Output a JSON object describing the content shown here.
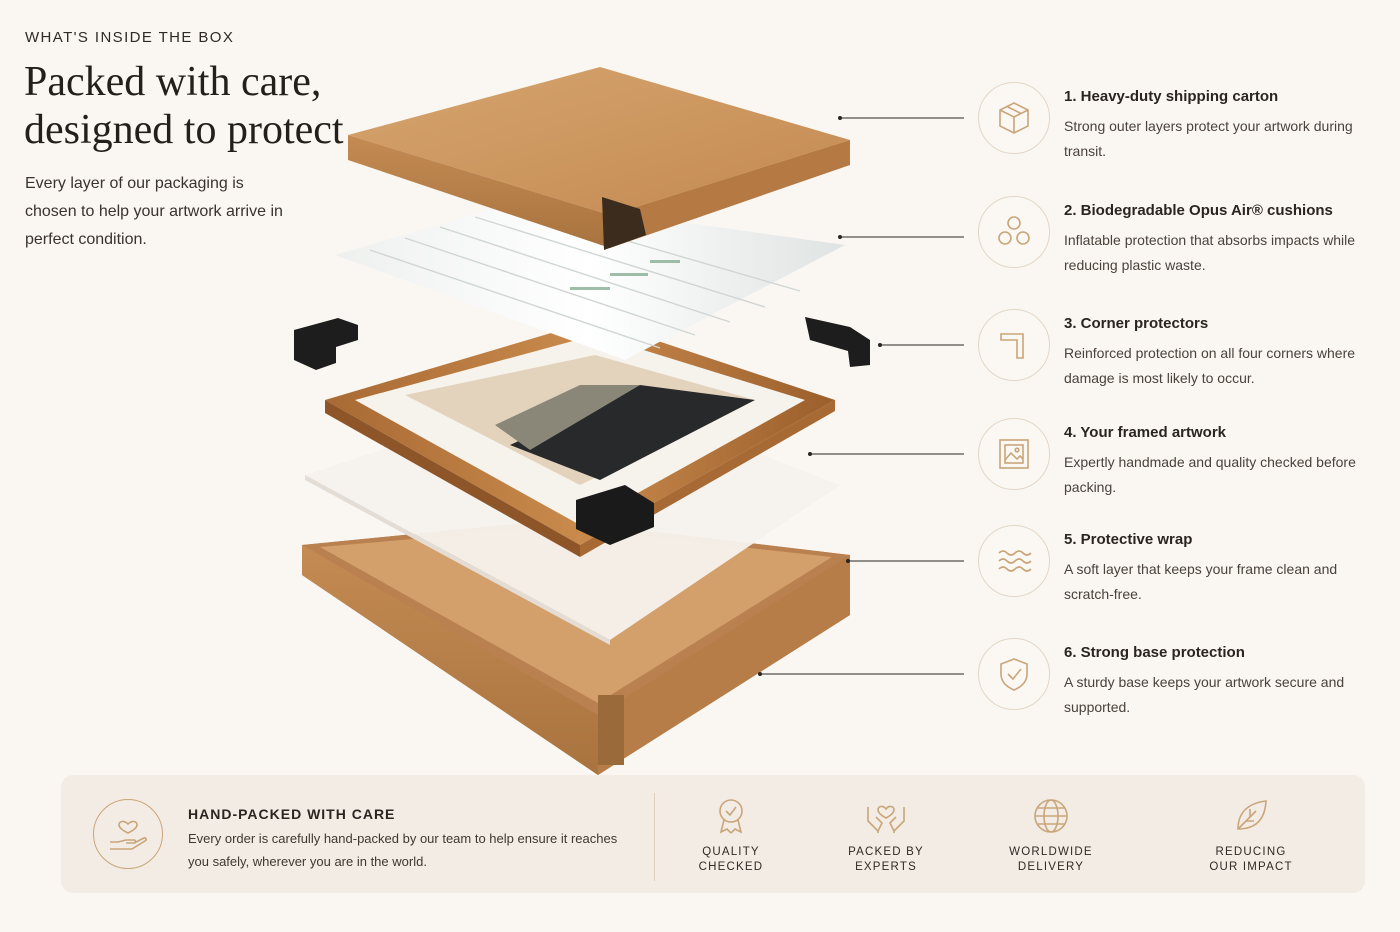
{
  "hero": {
    "eyebrow": "WHAT'S INSIDE THE BOX",
    "headline_line1": "Packed with care,",
    "headline_line2": "designed to protect",
    "intro": "Every layer of our packaging is chosen to help your artwork arrive in perfect condition."
  },
  "features": [
    {
      "icon": "box-icon",
      "title": "1. Heavy-duty shipping carton",
      "desc": "Strong outer layers protect your artwork during transit."
    },
    {
      "icon": "cushions-icon",
      "title": "2. Biodegradable Opus Air® cushions",
      "desc": "Inflatable protection that absorbs impacts while reducing plastic waste."
    },
    {
      "icon": "corner-icon",
      "title": "3. Corner protectors",
      "desc": "Reinforced protection on all four corners where damage is most likely to occur."
    },
    {
      "icon": "picture-frame-icon",
      "title": "4. Your framed artwork",
      "desc": "Expertly handmade and quality checked before packing."
    },
    {
      "icon": "waves-icon",
      "title": "5. Protective wrap",
      "desc": "A soft layer that keeps your frame clean and scratch-free."
    },
    {
      "icon": "shield-check-icon",
      "title": "6. Strong base protection",
      "desc": "A sturdy base keeps your artwork secure and supported."
    }
  ],
  "bottom": {
    "icon": "hand-heart-icon",
    "title": "HAND-PACKED WITH CARE",
    "desc": "Every order is carefully hand-packed by our team to help ensure it reaches you safely, wherever you are in the world.",
    "badges": [
      {
        "icon": "award-check-icon",
        "label": "QUALITY\nCHECKED"
      },
      {
        "icon": "hands-heart-icon",
        "label": "PACKED BY\nEXPERTS"
      },
      {
        "icon": "globe-icon",
        "label": "WORLDWIDE\nDELIVERY"
      },
      {
        "icon": "leaf-icon",
        "label": "REDUCING\nOUR IMPACT"
      }
    ]
  },
  "colors": {
    "background": "#faf7f3",
    "cardboard": "#c8915a",
    "accent": "#c9a57a",
    "corner": "#1d1d1d",
    "bar": "#f3ece4"
  }
}
